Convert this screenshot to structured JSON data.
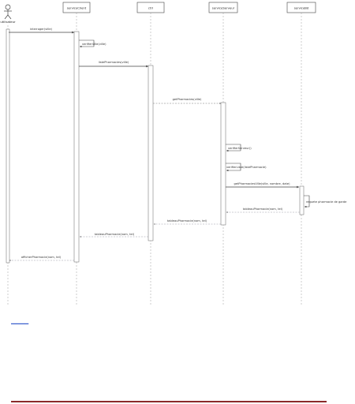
{
  "participants": [
    {
      "id": "actor",
      "label": "utilisateur",
      "kind": "actor"
    },
    {
      "id": "sc",
      "label": "serviceClient"
    },
    {
      "id": "ctrl",
      "label": "ctrl"
    },
    {
      "id": "srv",
      "label": "serviceServeur"
    },
    {
      "id": "bd",
      "label": "serviceBd"
    }
  ],
  "messages": [
    {
      "id": "m1",
      "from": "actor",
      "to": "sc",
      "label": "interroger(ville)",
      "kind": "sync"
    },
    {
      "id": "m2",
      "from": "sc",
      "to": "sc",
      "label": "verifierVille(ville)",
      "kind": "self"
    },
    {
      "id": "m3",
      "from": "sc",
      "to": "ctrl",
      "label": "listePharmacies(ville)",
      "kind": "sync"
    },
    {
      "id": "m4",
      "from": "ctrl",
      "to": "srv",
      "label": "getPharmacies(ville)",
      "kind": "async"
    },
    {
      "id": "m5",
      "from": "srv",
      "to": "srv",
      "label": "verifierServeur()",
      "kind": "self"
    },
    {
      "id": "m6",
      "from": "srv",
      "to": "srv",
      "label": "verifierListe(listePharmacie)",
      "kind": "self"
    },
    {
      "id": "m7",
      "from": "srv",
      "to": "bd",
      "label": "getPharmaciesVille(ville, nombre, date)",
      "kind": "sync"
    },
    {
      "id": "m8",
      "from": "bd",
      "to": "bd",
      "label": "requete pharmacie de garde",
      "kind": "self"
    },
    {
      "id": "m9",
      "from": "bd",
      "to": "srv",
      "label": "tableauPharmacie(nom, tel)",
      "kind": "return"
    },
    {
      "id": "m10",
      "from": "srv",
      "to": "ctrl",
      "label": "tableauPharmacie(nom, tel)",
      "kind": "return"
    },
    {
      "id": "m11",
      "from": "ctrl",
      "to": "sc",
      "label": "tableauPharmacie(nom, tel)",
      "kind": "return"
    },
    {
      "id": "m12",
      "from": "sc",
      "to": "actor",
      "label": "afficherPharmacie(nom, tel)",
      "kind": "return"
    }
  ],
  "link_text": "__________",
  "colors": {
    "line": "#444444",
    "lifeline": "#9a9a9a",
    "return": "#9a9aa8",
    "footer": "#8b2a2a",
    "link": "#3a5fcd"
  }
}
